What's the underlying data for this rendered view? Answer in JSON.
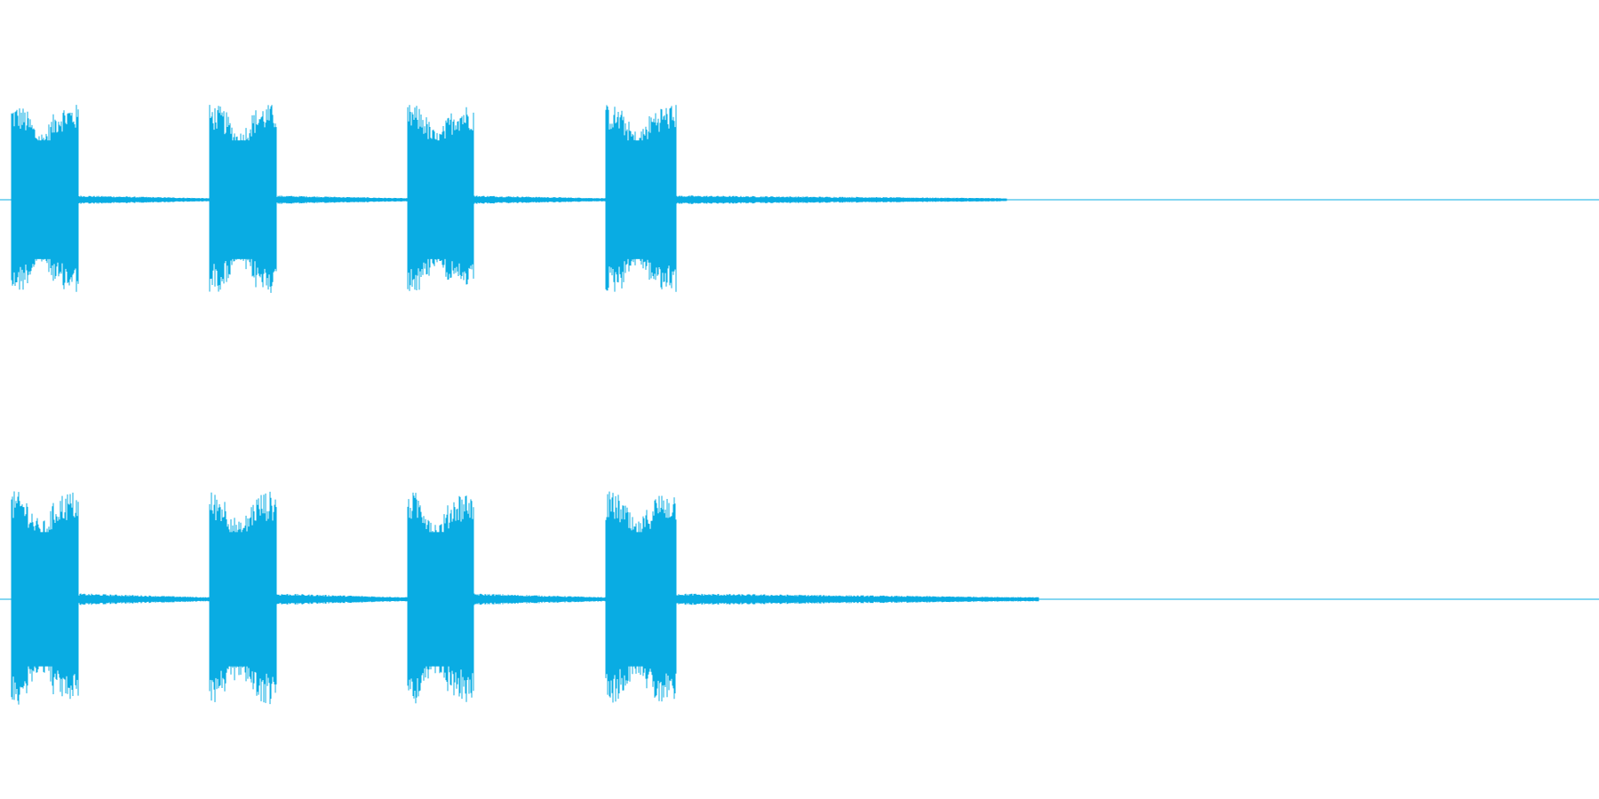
{
  "waveform": {
    "color": "#09ACE3",
    "channels": [
      {
        "name": "",
        "bursts": [
          {
            "start": 0.007,
            "end": 0.049,
            "peak": 0.98
          },
          {
            "start": 0.131,
            "end": 0.173,
            "peak": 0.98
          },
          {
            "start": 0.255,
            "end": 0.296,
            "peak": 0.98
          },
          {
            "start": 0.379,
            "end": 0.423,
            "peak": 0.98
          }
        ],
        "tail_level": 0.04,
        "silence_after": 0.63
      },
      {
        "name": "",
        "bursts": [
          {
            "start": 0.007,
            "end": 0.049,
            "peak": 1.0
          },
          {
            "start": 0.131,
            "end": 0.173,
            "peak": 1.0
          },
          {
            "start": 0.255,
            "end": 0.296,
            "peak": 1.0
          },
          {
            "start": 0.379,
            "end": 0.423,
            "peak": 1.0
          }
        ],
        "tail_level": 0.05,
        "silence_after": 0.65
      }
    ]
  }
}
